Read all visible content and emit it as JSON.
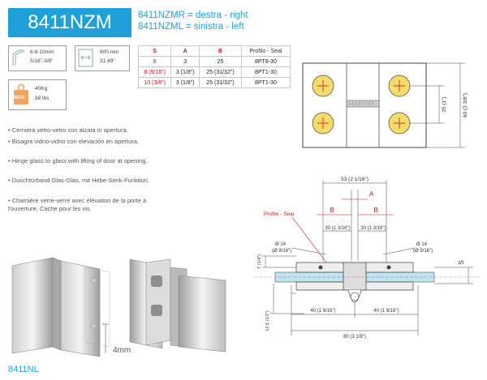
{
  "header": {
    "code": "8411NZM",
    "variant_right": "8411NZMR = destra - right",
    "variant_left": "8411NZML = sinistra - left"
  },
  "specs": {
    "glass_thickness": "6-8-10mm",
    "glass_thickness_in": "5/16\"-3/8\"",
    "door_width": "800 mm",
    "door_width_in": "31.49\"",
    "max_label": "MAX",
    "max_weight": "40Kg",
    "max_weight_lbs": "88 lbs"
  },
  "table": {
    "headers": [
      "S",
      "A",
      "B",
      "Profilo - Seal"
    ],
    "rows": [
      [
        "6",
        "3",
        "25",
        "8PT8-30"
      ],
      [
        "8 (5/16\")",
        "3 (1/8\")",
        "25 (31/32\")",
        "8PT1-30"
      ],
      [
        "10 (3/8\")",
        "3 (1/8\")",
        "25 (31/32\")",
        "8PT1-30"
      ]
    ]
  },
  "descriptions": [
    "• Cerniera vetro-vetro con alzata in apertura.",
    "• Bisagra vidrio-vidrio con elevación en apertura.",
    "• Hinge glass to glass with lifting of door at opening.",
    "• Duschtürband Glas-Glas, mit Hebe-Senk-Funktion.",
    "• Charnière verre-verre avec élévation de la porte à l'ouverture. Cache pour les vis."
  ],
  "drawing_top": {
    "dim_25": "25 (1\")",
    "dim_60": "60 (2 3/8\")"
  },
  "drawing_bottom": {
    "dim_53": "53 (2 1/16\")",
    "dim_A": "A",
    "seal_label": "Profilo - Seal",
    "dim_B": "B",
    "dim_30": "30 (1 3/16\")",
    "dim_phi14": "Ø 14",
    "dim_phi14_in": "(Ø 9/16\")",
    "dim_7": "7 (1/4\")",
    "dim_S": "S",
    "dim_40": "40 (1 9/16\")",
    "dim_80": "80 (3 1/8\")",
    "dim_12_5": "12.5 (1/2\")"
  },
  "photo_label": "4mm",
  "footer_code": "8411NL"
}
